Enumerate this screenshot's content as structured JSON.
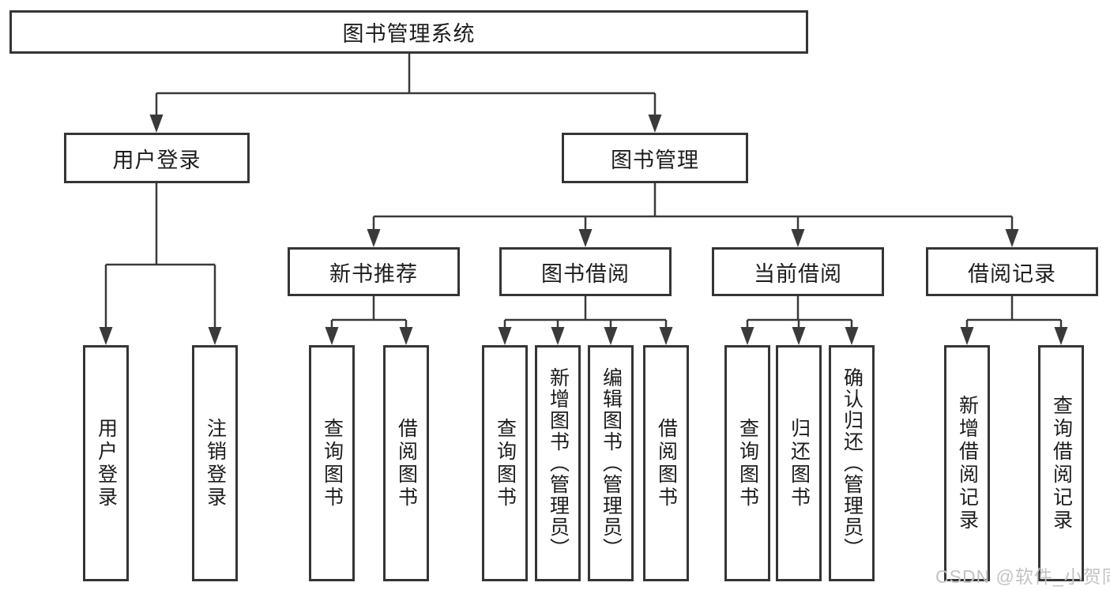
{
  "nodes": {
    "root": "图书管理系统",
    "user_login": "用户登录",
    "book_mgmt": "图书管理",
    "new_book_rec": "新书推荐",
    "book_borrow": "图书借阅",
    "current_borrow": "当前借阅",
    "borrow_records": "借阅记录",
    "leaf_user_login": "用户登录",
    "leaf_logout": "注销登录",
    "leaf_nbr_query_book": "查询图书",
    "leaf_nbr_borrow_book": "借阅图书",
    "leaf_bb_query_book": "查询图书",
    "leaf_bb_add_book": "新增图书（管理员）",
    "leaf_bb_edit_book": "编辑图书（管理员）",
    "leaf_bb_borrow_book": "借阅图书",
    "leaf_cb_query_book": "查询图书",
    "leaf_cb_return_book": "归还图书",
    "leaf_cb_confirm_return": "确认归还（管理员）",
    "leaf_br_add_record": "新增借阅记录",
    "leaf_br_query_record": "查询借阅记录"
  },
  "watermark": "CSDN @软件_小贺同学",
  "colors": {
    "line": "#3a3a3a",
    "box_border": "#353535",
    "text": "#1c1c1c",
    "watermark": "#c3c3c3",
    "background": "#ffffff"
  }
}
